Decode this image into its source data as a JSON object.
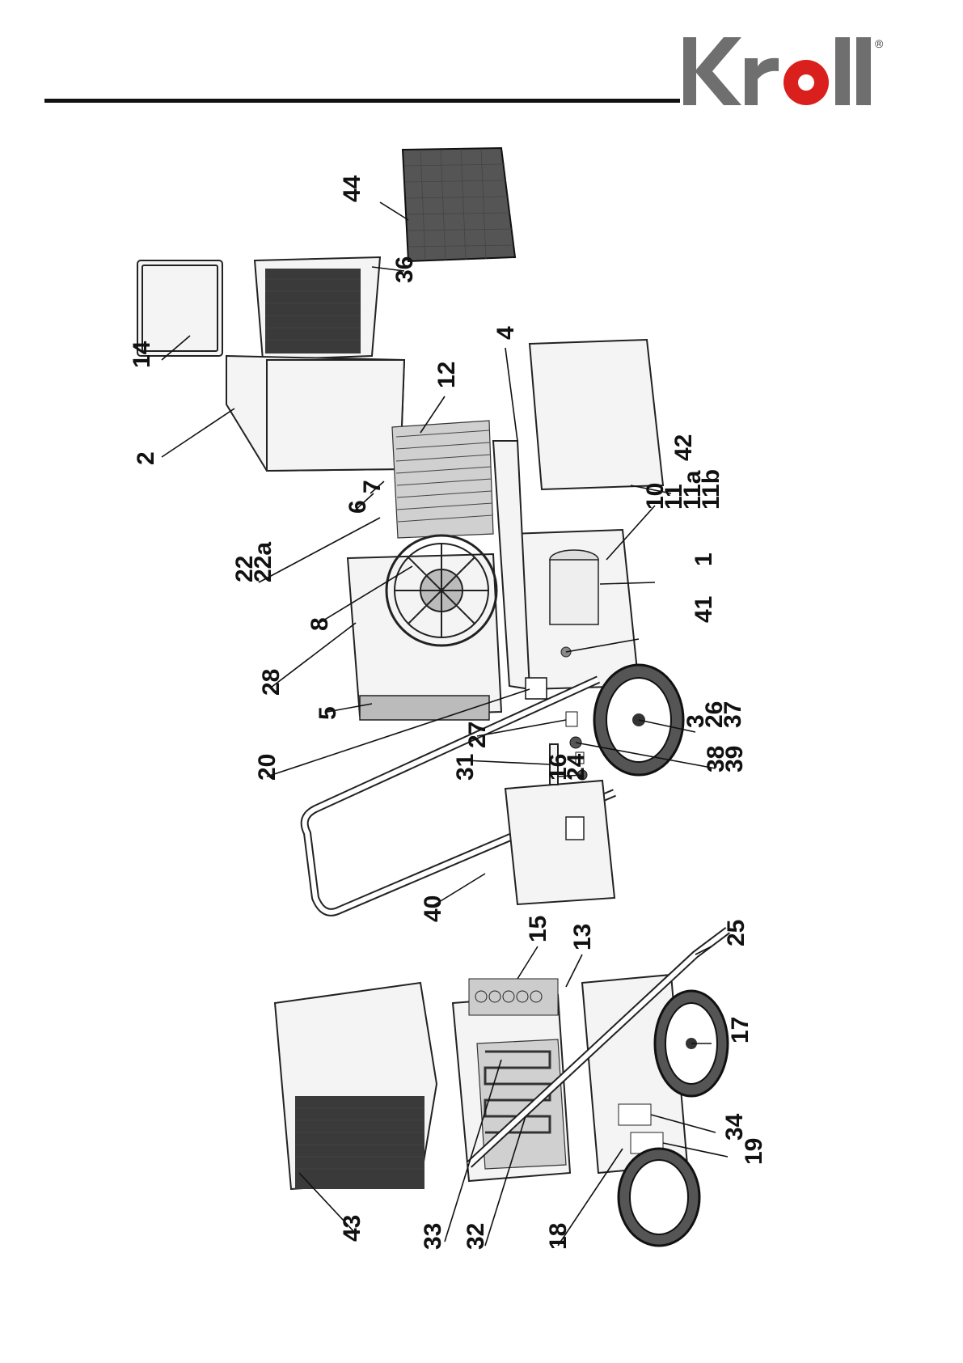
{
  "brand": {
    "logo_text": "Kroll",
    "registered_mark": "®",
    "colors": {
      "logo_gray": "#6f6f6f",
      "logo_red": "#d9201c"
    }
  },
  "diagram": {
    "callouts": [
      "1",
      "2",
      "3",
      "4",
      "5",
      "6",
      "7",
      "8",
      "10",
      "11",
      "11a",
      "11b",
      "12",
      "13",
      "14",
      "15",
      "16",
      "17",
      "18",
      "19",
      "20",
      "22",
      "22a",
      "24",
      "25",
      "26",
      "27",
      "28",
      "31",
      "32",
      "33",
      "34",
      "36",
      "37",
      "38",
      "39",
      "40",
      "41",
      "42",
      "43",
      "44"
    ]
  }
}
